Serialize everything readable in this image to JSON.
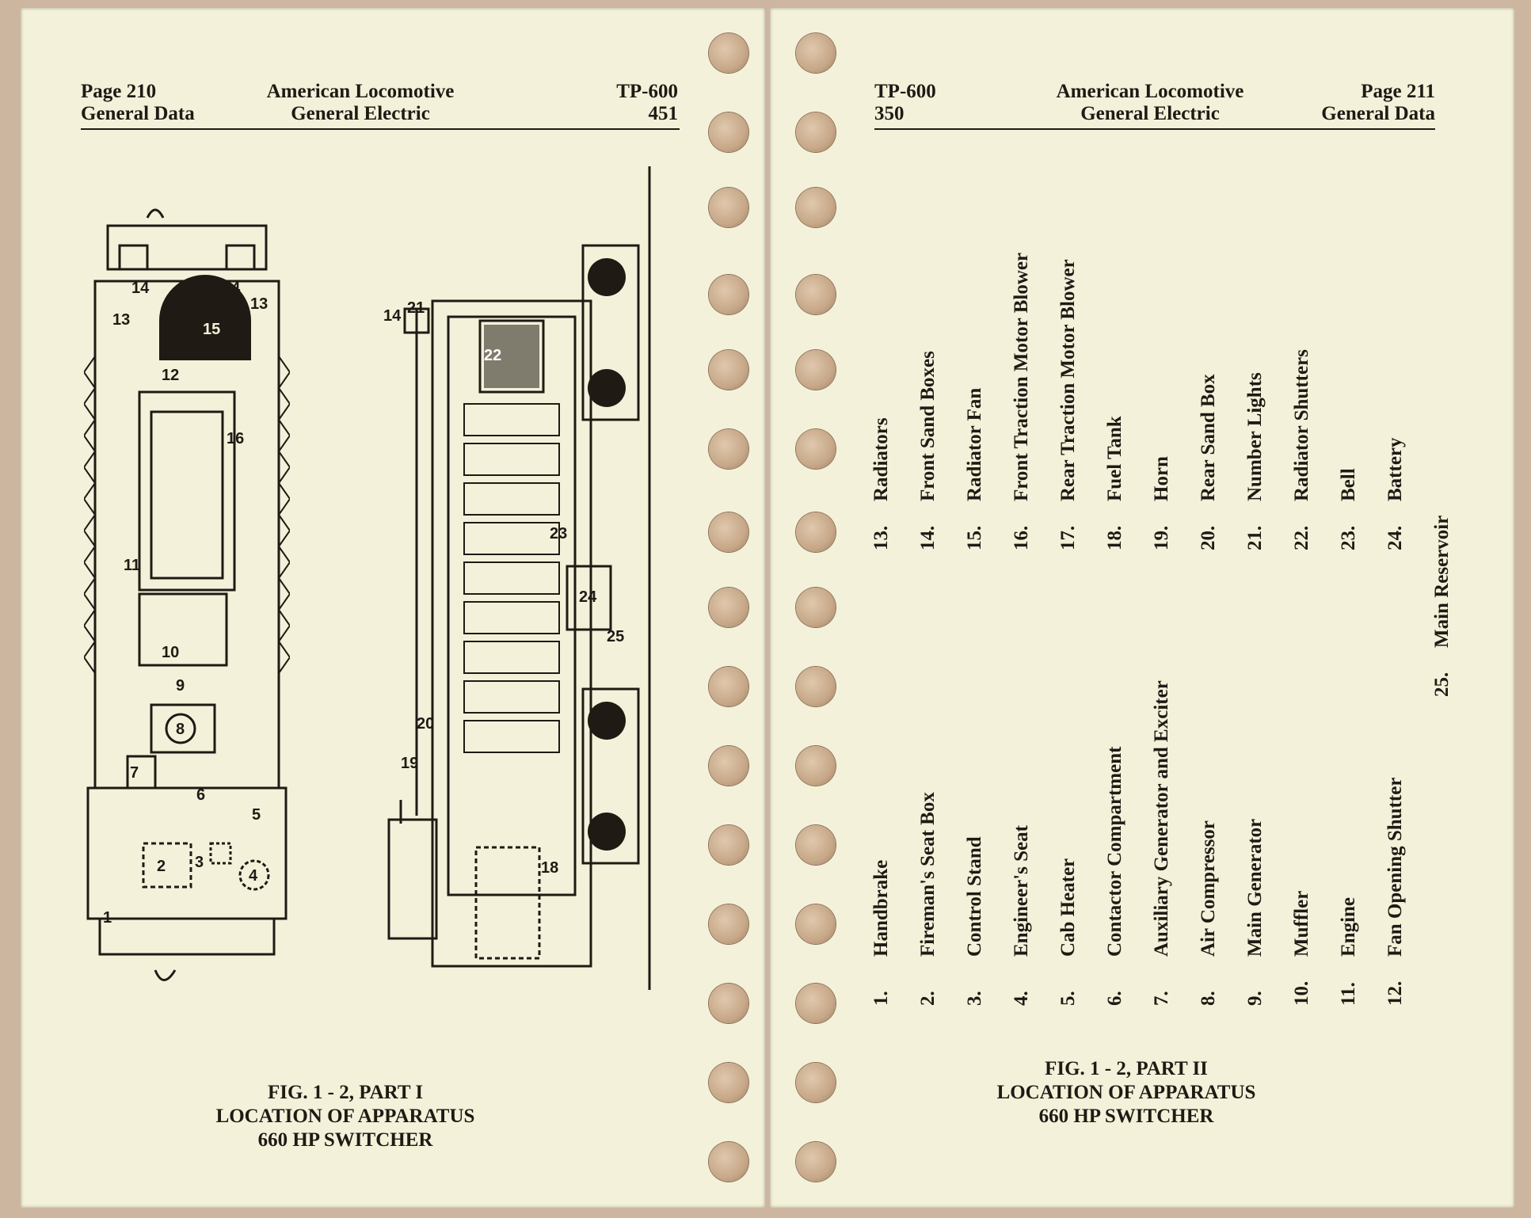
{
  "left_page": {
    "header": {
      "page_label": "Page 210",
      "section": "General Data",
      "company_line1": "American Locomotive",
      "company_line2": "General Electric",
      "doc_code": "TP-600",
      "doc_number": "451"
    },
    "figure": {
      "plan_callouts": [
        "1",
        "2",
        "3",
        "4",
        "5",
        "6",
        "7",
        "8",
        "9",
        "10",
        "11",
        "12",
        "13",
        "13",
        "14",
        "14",
        "15",
        "16"
      ],
      "side_callouts": [
        "14",
        "18",
        "19",
        "20",
        "21",
        "22",
        "23",
        "24",
        "25"
      ]
    },
    "caption": {
      "line1": "FIG. 1 - 2,   PART I",
      "line2": "LOCATION OF APPARATUS",
      "line3": "660 HP SWITCHER"
    }
  },
  "right_page": {
    "header": {
      "doc_code": "TP-600",
      "doc_number": "350",
      "company_line1": "American Locomotive",
      "company_line2": "General Electric",
      "page_label": "Page 211",
      "section": "General Data"
    },
    "legend": [
      {
        "num": "1.",
        "label": "Handbrake"
      },
      {
        "num": "2.",
        "label": "Fireman's Seat Box"
      },
      {
        "num": "3.",
        "label": "Control Stand"
      },
      {
        "num": "4.",
        "label": "Engineer's Seat"
      },
      {
        "num": "5.",
        "label": "Cab Heater"
      },
      {
        "num": "6.",
        "label": "Contactor Compartment"
      },
      {
        "num": "7.",
        "label": "Auxiliary Generator and Exciter"
      },
      {
        "num": "8.",
        "label": "Air Compressor"
      },
      {
        "num": "9.",
        "label": "Main Generator"
      },
      {
        "num": "10.",
        "label": "Muffler"
      },
      {
        "num": "11.",
        "label": "Engine"
      },
      {
        "num": "12.",
        "label": "Fan Opening Shutter"
      },
      {
        "num": "13.",
        "label": "Radiators"
      },
      {
        "num": "14.",
        "label": "Front Sand Boxes"
      },
      {
        "num": "15.",
        "label": "Radiator  Fan"
      },
      {
        "num": "16.",
        "label": "Front Traction Motor Blower"
      },
      {
        "num": "17.",
        "label": "Rear Traction Motor Blower"
      },
      {
        "num": "18.",
        "label": "Fuel Tank"
      },
      {
        "num": "19.",
        "label": "Horn"
      },
      {
        "num": "20.",
        "label": "Rear Sand Box"
      },
      {
        "num": "21.",
        "label": "Number Lights"
      },
      {
        "num": "22.",
        "label": "Radiator Shutters"
      },
      {
        "num": "23.",
        "label": "Bell"
      },
      {
        "num": "24.",
        "label": "Battery"
      },
      {
        "num": "25.",
        "label": "Main Reservoir"
      }
    ],
    "caption": {
      "line1": "FIG. 1 - 2,    PART II",
      "line2": "LOCATION OF APPARATUS",
      "line3": "660 HP SWITCHER"
    }
  }
}
